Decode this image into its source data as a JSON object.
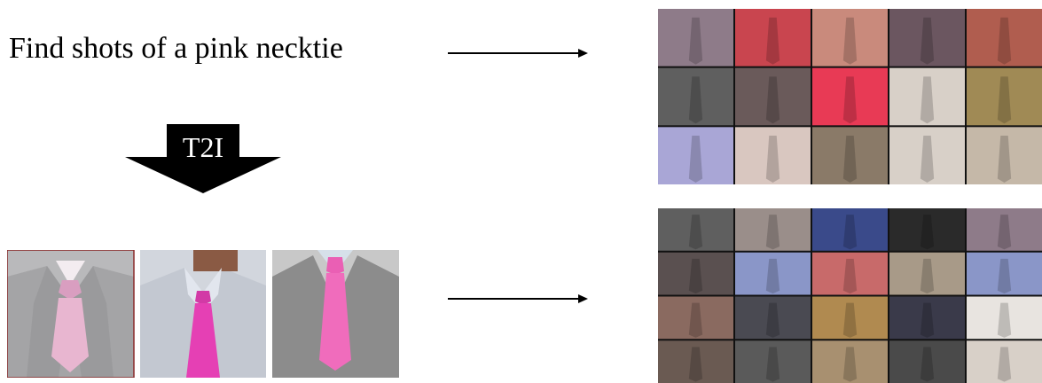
{
  "query": {
    "text": "Find shots of a pink necktie"
  },
  "t2i": {
    "label": "T2I",
    "color": "#000000"
  },
  "generated_images": [
    {
      "icon": "pink-tie-grey-vest",
      "tie_color": "#e8aecb",
      "suit_color": "#a9a9aa"
    },
    {
      "icon": "magenta-tie-light-suit",
      "tie_color": "#e33fb4",
      "suit_color": "#c5c9d1"
    },
    {
      "icon": "pink-tie-grey-jacket",
      "tie_color": "#ef5fb8",
      "suit_color": "#8e8e8e"
    }
  ],
  "top_results": {
    "rows": 3,
    "cols": 5,
    "colors": [
      [
        "#8e7b89",
        "#c9454f",
        "#c98a7c",
        "#6b5660",
        "#b05d4f"
      ],
      [
        "#5f5f5f",
        "#6a5a5a",
        "#e83a55",
        "#d8d0c8",
        "#a08a55"
      ],
      [
        "#a9a6d6",
        "#d9c7c0",
        "#8a7a68",
        "#d8d0c8",
        "#c5b8a8"
      ]
    ]
  },
  "bottom_results": {
    "rows": 4,
    "cols": 5,
    "colors": [
      [
        "#5f5f5f",
        "#9a8e8a",
        "#3a4a8a",
        "#2a2a2a",
        "#8e7b89"
      ],
      [
        "#5a5050",
        "#8a96c8",
        "#c86a6a",
        "#a89a88",
        "#8a96c8"
      ],
      [
        "#8a6a60",
        "#4a4a52",
        "#b08a50",
        "#3a3a4a",
        "#e8e4e0"
      ],
      [
        "#6a5a52",
        "#5a5a5a",
        "#a89070",
        "#4a4a4a",
        "#d8d0c8"
      ]
    ]
  }
}
